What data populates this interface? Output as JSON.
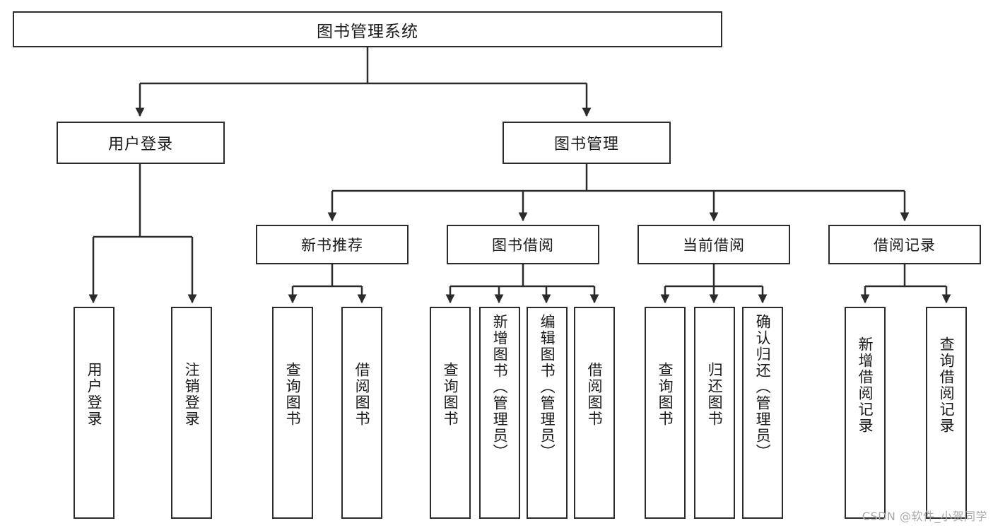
{
  "diagram": {
    "title": "图书管理系统",
    "type": "tree",
    "watermark": "CSDN @软件_小贺同学",
    "colors": {
      "box_border": "#2b2b2b",
      "box_fill": "#ffffff",
      "edge": "#2b2b2b",
      "text": "#1a1a1a",
      "watermark": "#a9a9a9",
      "background": "#ffffff"
    },
    "nodes": {
      "root": {
        "label": "图书管理系统"
      },
      "level1": [
        {
          "id": "user-login",
          "label": "用户登录"
        },
        {
          "id": "book-manage",
          "label": "图书管理"
        }
      ],
      "level2": [
        {
          "id": "new-book-recommend",
          "label": "新书推荐"
        },
        {
          "id": "book-borrow",
          "label": "图书借阅"
        },
        {
          "id": "current-borrow",
          "label": "当前借阅"
        },
        {
          "id": "borrow-record",
          "label": "借阅记录"
        }
      ],
      "leaves": [
        {
          "id": "leaf-user-login",
          "label": "用户登录",
          "parent": "user-login"
        },
        {
          "id": "leaf-logout-login",
          "label": "注销登录",
          "parent": "user-login"
        },
        {
          "id": "leaf-query-book-1",
          "label": "查询图书",
          "parent": "new-book-recommend"
        },
        {
          "id": "leaf-borrow-book-1",
          "label": "借阅图书",
          "parent": "new-book-recommend"
        },
        {
          "id": "leaf-query-book-2",
          "label": "查询图书",
          "parent": "book-borrow"
        },
        {
          "id": "leaf-add-book",
          "label": "新增图书（管理员）",
          "parent": "book-borrow"
        },
        {
          "id": "leaf-edit-book",
          "label": "编辑图书（管理员）",
          "parent": "book-borrow"
        },
        {
          "id": "leaf-borrow-book-2",
          "label": "借阅图书",
          "parent": "book-borrow"
        },
        {
          "id": "leaf-query-book-3",
          "label": "查询图书",
          "parent": "current-borrow"
        },
        {
          "id": "leaf-return-book",
          "label": "归还图书",
          "parent": "current-borrow"
        },
        {
          "id": "leaf-confirm-return",
          "label": "确认归还（管理员）",
          "parent": "current-borrow"
        },
        {
          "id": "leaf-add-record",
          "label": "新增借阅记录",
          "parent": "borrow-record"
        },
        {
          "id": "leaf-query-record",
          "label": "查询借阅记录",
          "parent": "borrow-record"
        }
      ]
    }
  }
}
